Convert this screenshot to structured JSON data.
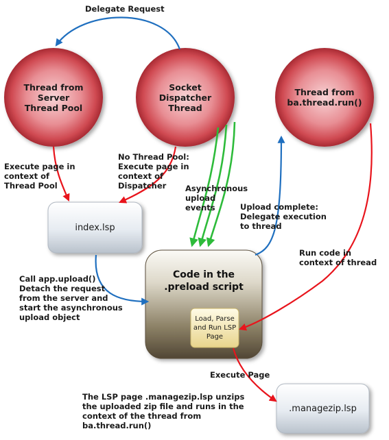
{
  "nodes": {
    "server_pool": "Thread from\nServer\nThread Pool",
    "socket_dispatcher": "Socket\nDispatcher\nThread",
    "ba_thread": "Thread from\nba.thread.run()",
    "index_lsp": "index.lsp",
    "preload": "Code in the\n.preload script",
    "load_parse": "Load, Parse\nand Run LSP\nPage",
    "managezip": ".managezip.lsp"
  },
  "labels": {
    "delegate_request": "Delegate Request",
    "execute_context_pool": "Execute page in\ncontext of\nThread Pool",
    "no_thread_pool": "No Thread Pool:\nExecute page in\ncontext of\nDispatcher",
    "async_events": "Asynchronous\nupload\nevents",
    "upload_complete": "Upload complete:\nDelegate execution\nto thread",
    "run_code": "Run code in\ncontext of thread",
    "call_upload": "Call app.upload()\nDetach the request\nfrom the server and\nstart the asynchronous\nupload object",
    "execute_page": "Execute Page",
    "managezip_note": "The LSP page .managezip.lsp unzips\nthe uploaded zip file and runs in the\ncontext of the thread from\nba.thread.run()"
  },
  "colors": {
    "blue_arrow": "#1f6fbf",
    "red_arrow": "#e8141c",
    "green_arrow": "#2dbb3a"
  }
}
